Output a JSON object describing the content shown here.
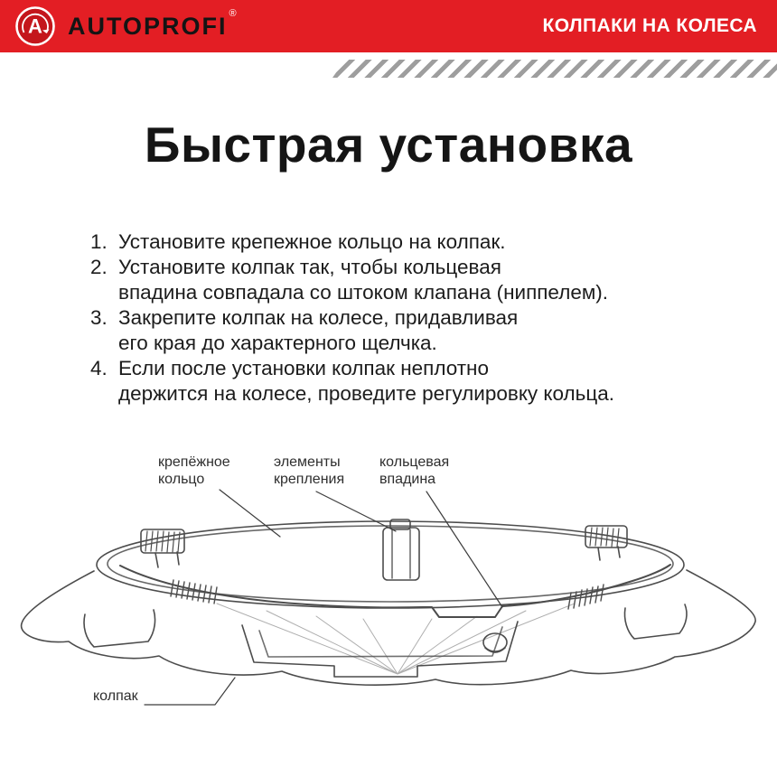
{
  "colors": {
    "accent": "#e31e24",
    "stripe": "#9e9e9e",
    "logo_inner": "#c4161c"
  },
  "header": {
    "brand": "AUTOPROFI",
    "reg": "®",
    "logo_letter": "A",
    "product": "КОЛПАКИ НА КОЛЕСА"
  },
  "title": "Быстрая установка",
  "instructions": [
    {
      "num": "1.",
      "lines": [
        "Установите крепежное кольцо на колпак."
      ]
    },
    {
      "num": "2.",
      "lines": [
        "Установите колпак так, чтобы кольцевая",
        "впадина совпадала со штоком клапана (ниппелем)."
      ]
    },
    {
      "num": "3.",
      "lines": [
        "Закрепите колпак на колесе, придавливая",
        "его края до характерного щелчка."
      ]
    },
    {
      "num": "4.",
      "lines": [
        "Если после установки колпак неплотно",
        "держится на колесе, проведите регулировку кольца."
      ]
    }
  ],
  "diagram": {
    "labels": {
      "ring": "крепёжное кольцо",
      "clips": "элементы крепления",
      "groove": "кольцевая впадина",
      "cap": "колпак"
    }
  }
}
